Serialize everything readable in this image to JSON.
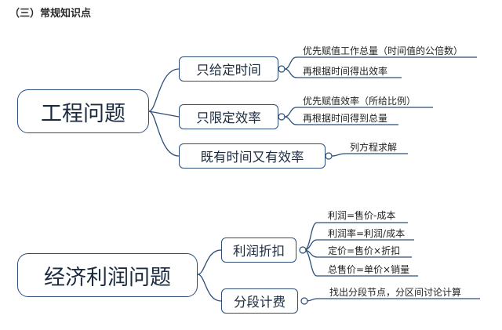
{
  "heading": "（三）常规知识点",
  "diagram": {
    "line_color": "#2c4e78",
    "mindmap1": {
      "root": "工程问题",
      "branches": [
        {
          "label": "只给定时间",
          "leaves": [
            "优先赋值工作总量（时间值的公倍数）",
            "再根据时间得出效率"
          ]
        },
        {
          "label": "只限定效率",
          "leaves": [
            "优先赋值效率（所给比例）",
            "再根据时间得到总量"
          ]
        },
        {
          "label": "既有时间又有效率",
          "leaves": [
            "列方程求解"
          ]
        }
      ]
    },
    "mindmap2": {
      "root": "经济利润问题",
      "branches": [
        {
          "label": "利润折扣",
          "leaves": [
            "利润=售价-成本",
            "利润率=利润/成本",
            "定价=售价×折扣",
            "总售价=单价×销量"
          ]
        },
        {
          "label": "分段计费",
          "leaves": [
            "找出分段节点，分区间讨论计算"
          ]
        }
      ]
    }
  }
}
